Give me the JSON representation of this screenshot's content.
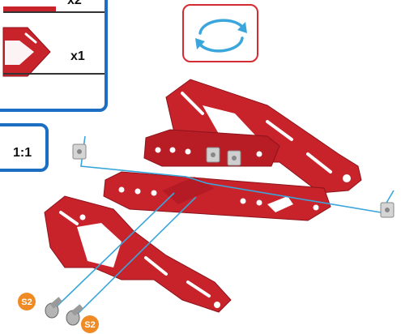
{
  "parts_panel": {
    "quantity_top": "x2",
    "quantity_bottom": "x1"
  },
  "scale": {
    "label": "1:1"
  },
  "rotate": {
    "icon": "rotate-arrows-icon"
  },
  "screws": [
    {
      "label": "S2"
    },
    {
      "label": "S2"
    }
  ],
  "colors": {
    "part_red": "#c8222b",
    "frame_blue": "#1b6ec2",
    "guide_line": "#3aa6dc",
    "badge_orange": "#f08a24",
    "rotate_border": "#d62b33"
  }
}
